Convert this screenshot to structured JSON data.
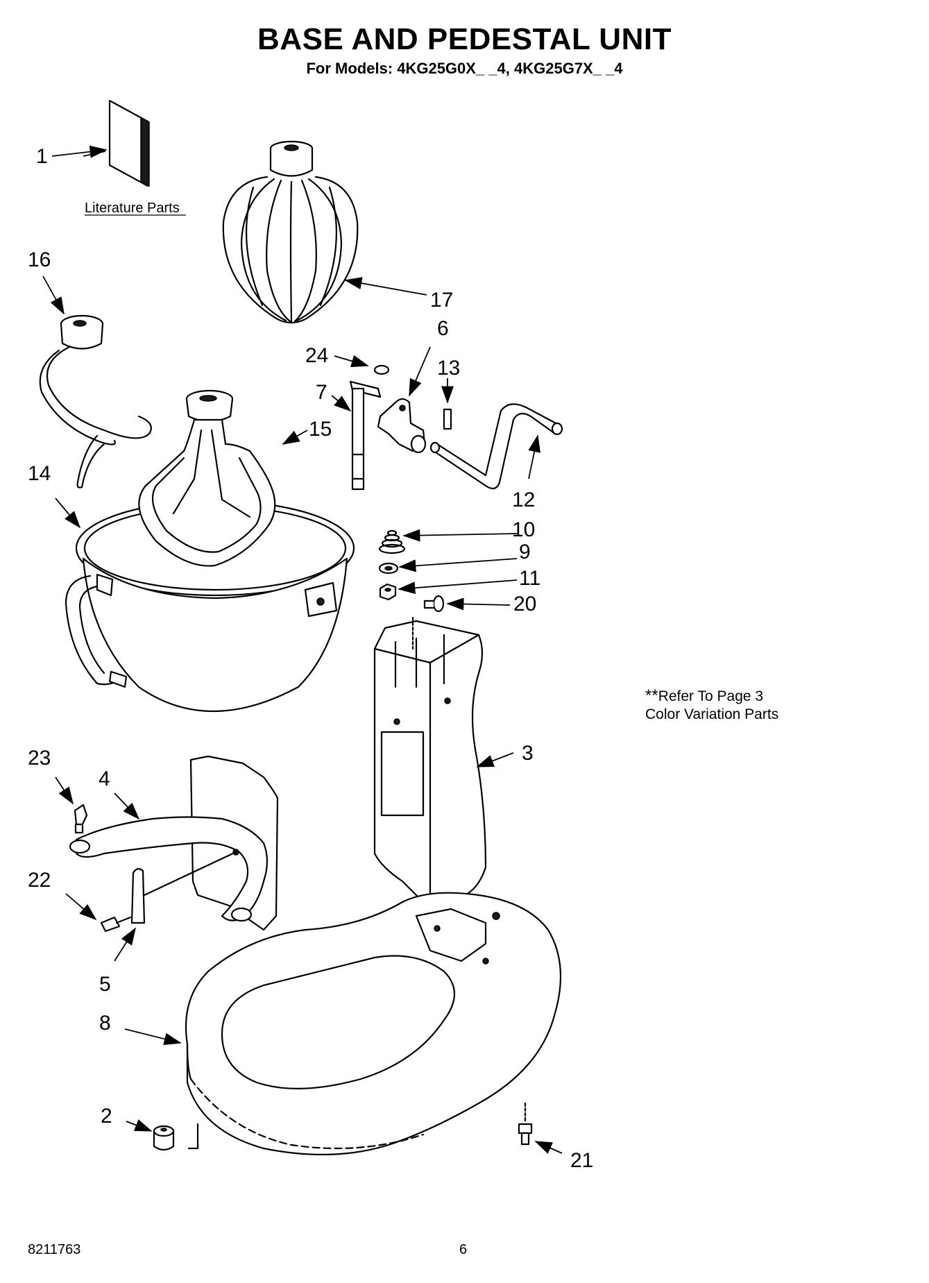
{
  "header": {
    "title": "BASE AND PEDESTAL UNIT",
    "subtitle": "For Models: 4KG25G0X_ _4, 4KG25G7X_ _4"
  },
  "literature_label": "Literature Parts",
  "callouts": [
    "1",
    "2",
    "3",
    "4",
    "5",
    "6",
    "7",
    "8",
    "9",
    "10",
    "11",
    "12",
    "13",
    "14",
    "15",
    "16",
    "17",
    "20",
    "21",
    "22",
    "23",
    "24"
  ],
  "note": {
    "stars": "**",
    "line1": "Refer To Page 3",
    "line2": "Color Variation Parts"
  },
  "footer": {
    "doc_number": "8211763",
    "page_number": "6"
  }
}
